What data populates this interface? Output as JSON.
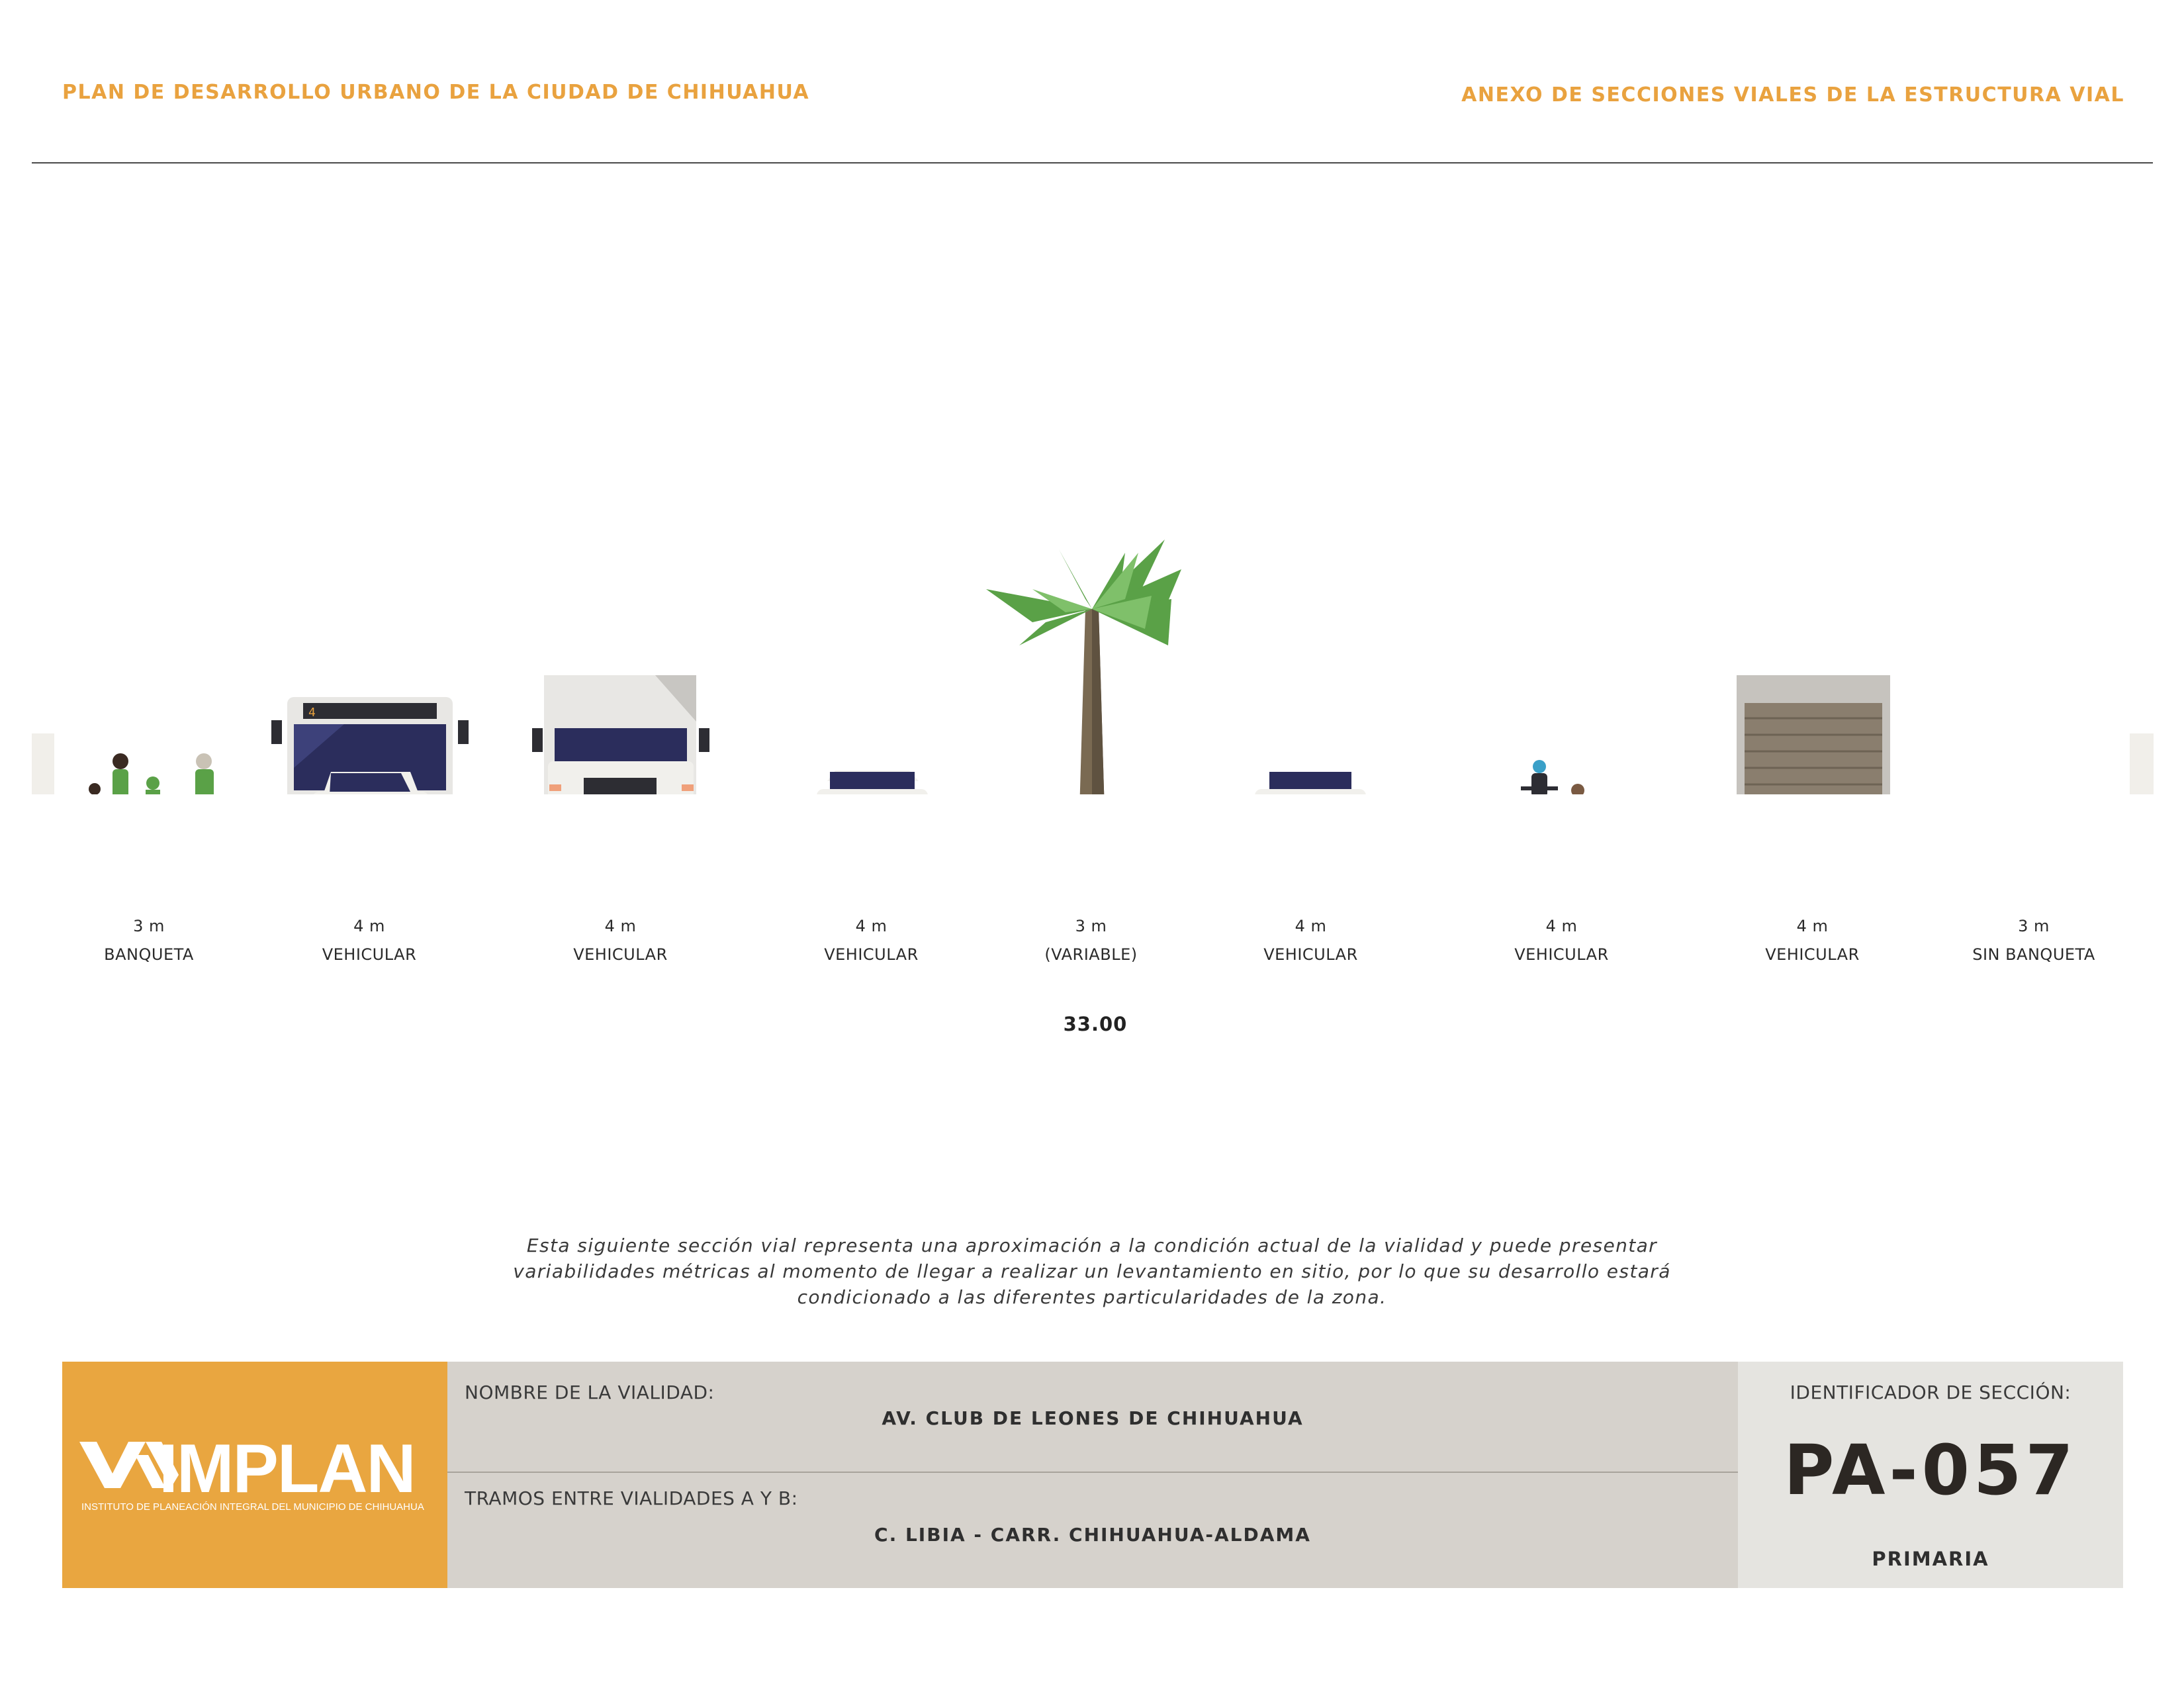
{
  "header": {
    "left_title": "PLAN DE DESARROLLO URBANO DE LA CIUDAD DE CHIHUAHUA",
    "right_title": "ANEXO DE SECCIONES VIALES DE LA ESTRUCTURA VIAL"
  },
  "section": {
    "lanes": [
      {
        "width": "3 m",
        "name": "BANQUETA",
        "type": "sidewalk"
      },
      {
        "width": "4 m",
        "name": "VEHICULAR",
        "type": "road",
        "direction": "down"
      },
      {
        "width": "4 m",
        "name": "VEHICULAR",
        "type": "road",
        "direction": "down"
      },
      {
        "width": "4 m",
        "name": "VEHICULAR",
        "type": "road",
        "direction": "down"
      },
      {
        "width": "3 m",
        "name": "(VARIABLE)",
        "type": "median"
      },
      {
        "width": "4 m",
        "name": "VEHICULAR",
        "type": "road",
        "direction": "up"
      },
      {
        "width": "4 m",
        "name": "VEHICULAR",
        "type": "road",
        "direction": "up"
      },
      {
        "width": "4 m",
        "name": "VEHICULAR",
        "type": "road",
        "direction": "up"
      },
      {
        "width": "3 m",
        "name": "SIN BANQUETA",
        "type": "sidewalk"
      }
    ],
    "total_width": "33.00",
    "colors": {
      "asphalt": "#2a2b29",
      "sidewalk": "#d8d4ce",
      "arrow": "#5b5b58"
    }
  },
  "note": "Esta siguiente sección vial representa una aproximación a la condición actual de la vialidad y puede presentar variabilidades métricas al momento de llegar a realizar un levantamiento en sitio, por lo que su desarrollo estará condicionado a las diferentes particularidades de la zona.",
  "info": {
    "road_name_label": "NOMBRE DE LA VIALIDAD:",
    "road_name": "AV. CLUB DE LEONES DE CHIHUAHUA",
    "segment_label": "TRAMOS ENTRE VIALIDADES A Y B:",
    "segment": "C. LIBIA - CARR. CHIHUAHUA-ALDAMA"
  },
  "identifier": {
    "label": "IDENTIFICADOR DE SECCIÓN:",
    "code": "PA-057",
    "type": "PRIMARIA"
  },
  "logo": {
    "name": "IMPLAN",
    "subtitle": "INSTITUTO DE PLANEACIÓN INTEGRAL DEL MUNICIPIO DE CHIHUAHUA",
    "color": "#e9a640"
  },
  "illustrations": {
    "bus_route_number": "4"
  }
}
